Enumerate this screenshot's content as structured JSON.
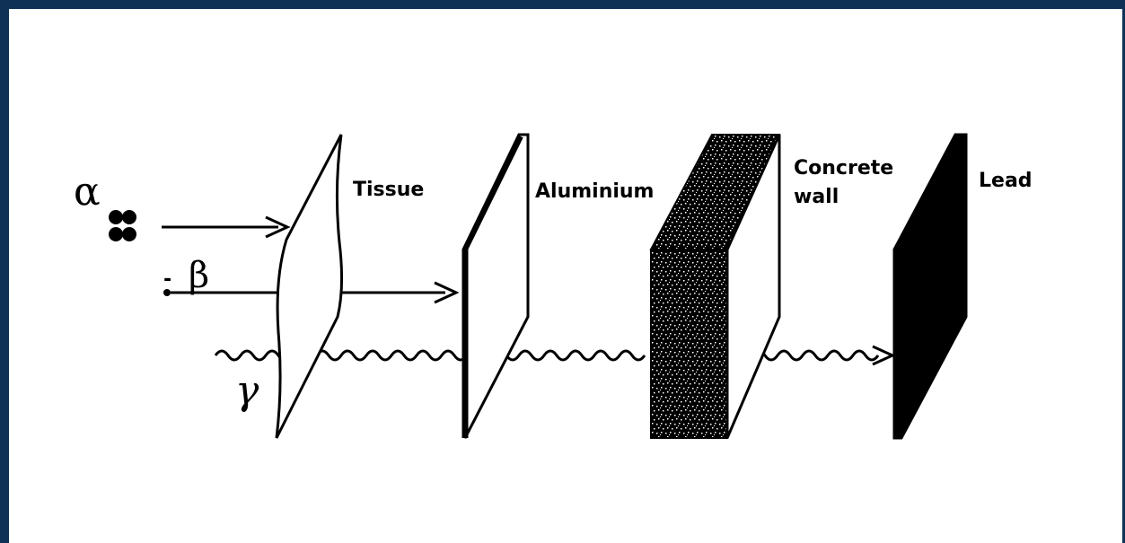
{
  "particles": {
    "alpha_symbol": "α",
    "beta_symbol": "β",
    "beta_sign": "-",
    "gamma_symbol": "γ"
  },
  "shields": {
    "tissue": "Tissue",
    "aluminium": "Aluminium",
    "concrete_line1": "Concrete",
    "concrete_line2": "wall",
    "lead": "Lead"
  },
  "colors": {
    "border": "#0f3156",
    "background": "#ffffff",
    "ink": "#000000"
  }
}
